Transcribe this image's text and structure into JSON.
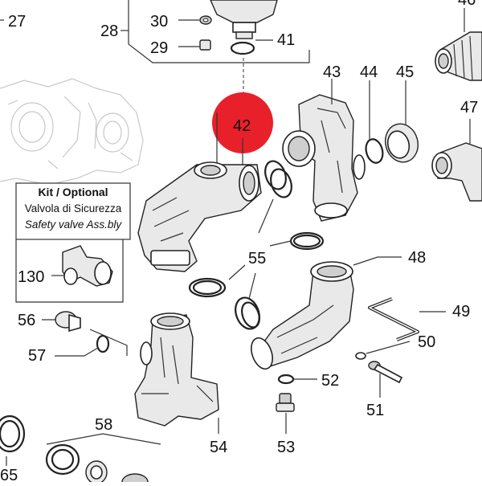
{
  "kit": {
    "title": "Kit / Optional",
    "line1": "Valvola di Sicurezza",
    "line2": "Safety valve Ass.bly"
  },
  "highlight": {
    "part": "42",
    "color": "#e8202a"
  },
  "callouts": {
    "p27": "27",
    "p28": "28",
    "p29": "29",
    "p30": "30",
    "p41": "41",
    "p42": "42",
    "p43": "43",
    "p44": "44",
    "p45": "45",
    "p46": "46",
    "p47": "47",
    "p48": "48",
    "p49": "49",
    "p50": "50",
    "p51": "51",
    "p52": "52",
    "p53": "53",
    "p54": "54",
    "p55": "55",
    "p56": "56",
    "p57": "57",
    "p58": "58",
    "p65": "65",
    "p130": "130"
  }
}
